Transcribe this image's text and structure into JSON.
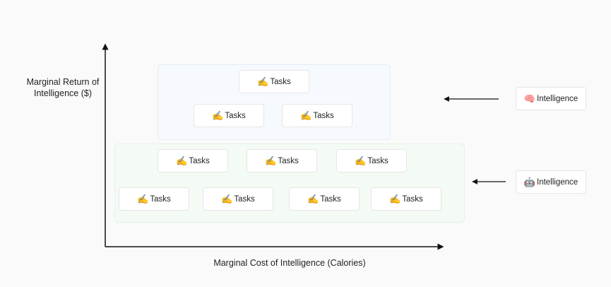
{
  "axes": {
    "ylabel": "Marginal Return of Intelligence ($)",
    "xlabel": "Marginal Cost of Intelligence (Calories)"
  },
  "task_icon": "✍️",
  "top_group": {
    "tasks": [
      "Tasks",
      "Tasks",
      "Tasks"
    ],
    "intelligence": {
      "icon": "🧠",
      "icon_name": "brain-icon",
      "label": "Intelligence"
    },
    "background": "#f6f9fd"
  },
  "bottom_group": {
    "tasks": [
      "Tasks",
      "Tasks",
      "Tasks",
      "Tasks",
      "Tasks",
      "Tasks",
      "Tasks"
    ],
    "intelligence": {
      "icon": "🤖",
      "icon_name": "robot-icon",
      "label": "Intelligence"
    },
    "background": "#f4fbf5"
  }
}
